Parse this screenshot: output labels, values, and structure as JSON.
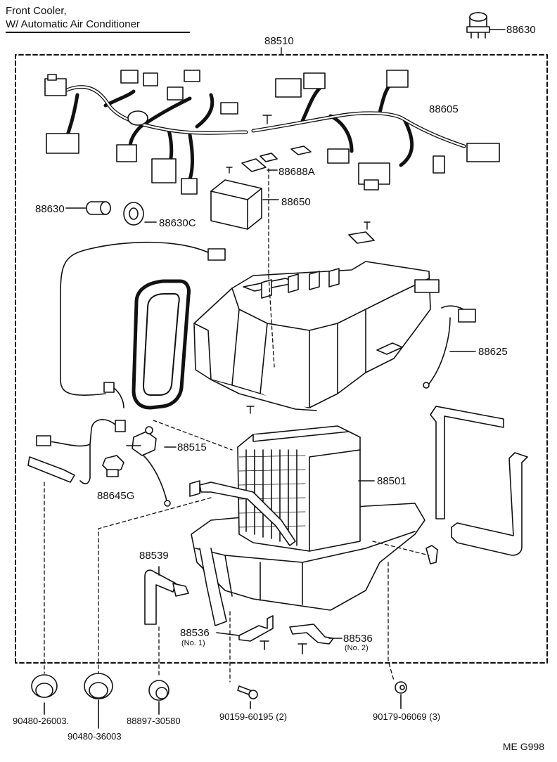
{
  "header": {
    "line1": "Front Cooler,",
    "line2": "W/ Automatic Air Conditioner"
  },
  "parts": {
    "p88510": "88510",
    "p88630_top": "88630",
    "p88605": "88605",
    "p88688A": "88688A",
    "p88650": "88650",
    "p88630": "88630",
    "p88630C": "88630C",
    "p88625": "88625",
    "p88515": "88515",
    "p88501": "88501",
    "p88645G": "88645G",
    "p88539": "88539",
    "p88536_1": "88536",
    "p88536_1_sub": "(No. 1)",
    "p88536_2": "88536",
    "p88536_2_sub": "(No. 2)",
    "p90480_26003": "90480-26003.",
    "p90480_36003": "90480-36003",
    "p88897_30580": "88897-30580",
    "p90159_60195": "90159-60195 (2)",
    "p90179_06069": "90179-06069 (3)"
  },
  "footer": {
    "code": "ME  G998"
  }
}
